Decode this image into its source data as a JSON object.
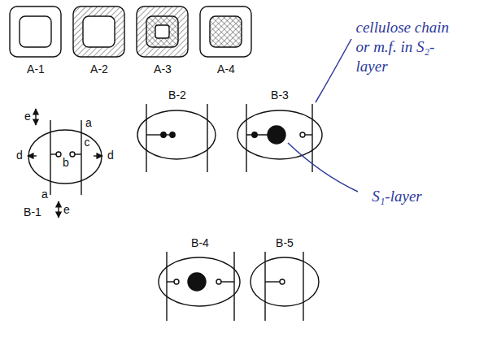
{
  "diagram": {
    "labels": [
      "A-1",
      "A-2",
      "A-3",
      "A-4",
      "e",
      "a",
      "c",
      "d",
      "b",
      "d",
      "a",
      "e",
      "B-1",
      "B-2",
      "B-3",
      "B-4",
      "B-5",
      "cellulose chain or m.f. in S₂-layer",
      "S₁-layer"
    ]
  }
}
